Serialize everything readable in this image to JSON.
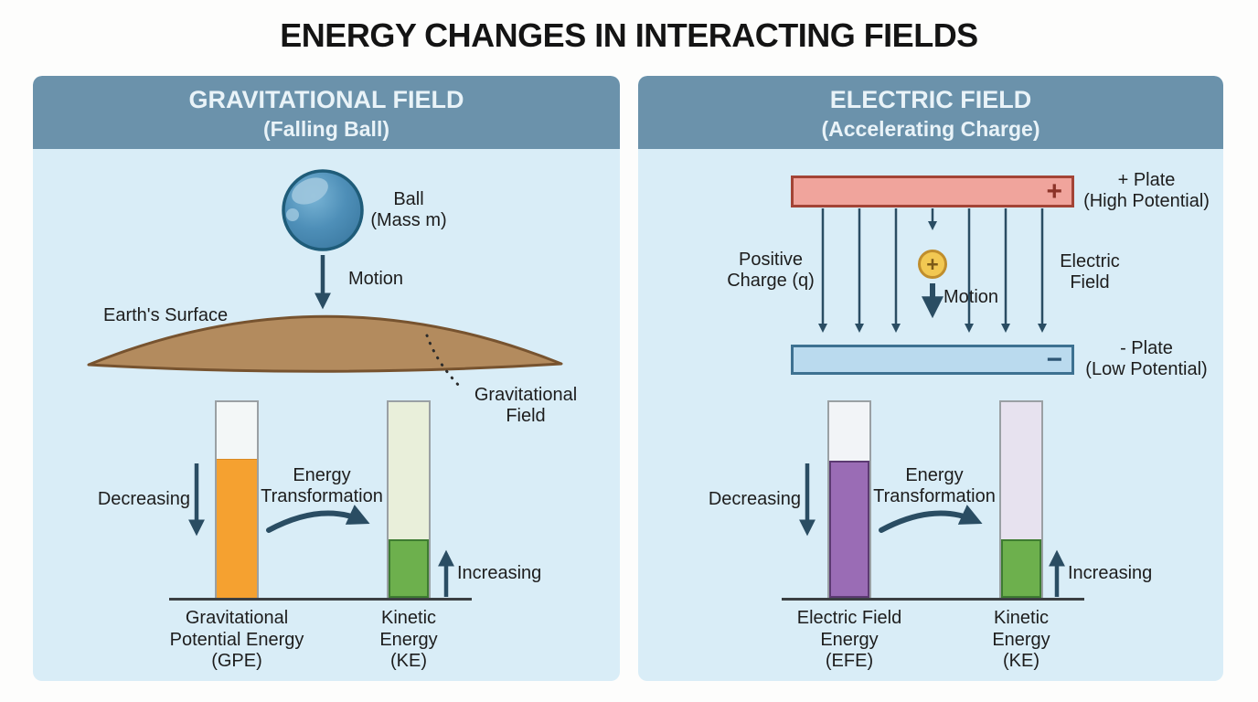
{
  "title": "ENERGY CHANGES IN INTERACTING FIELDS",
  "colors": {
    "panel_bg": "#d9edf7",
    "header_bg": "#6b92ab",
    "header_text": "#e9f3f8",
    "arrow": "#2a4d63",
    "ball_fill": "#4e8fb8",
    "ball_outline": "#1f5c79",
    "earth_fill": "#b38b5e",
    "earth_outline": "#77532f",
    "gpe_fill": "#f5a130",
    "ke_fill": "#6db04d",
    "efe_fill": "#9a6cb5",
    "plus_plate_fill": "#f0a49c",
    "plus_plate_border": "#a34436",
    "minus_plate_fill": "#badaee",
    "minus_plate_border": "#3d7191",
    "charge_fill": "#f2c852",
    "charge_border": "#c08e2d"
  },
  "left": {
    "header1": "GRAVITATIONAL FIELD",
    "header2": "(Falling Ball)",
    "ball1": "Ball",
    "ball2": "(Mass m)",
    "motion": "Motion",
    "surface": "Earth's Surface",
    "field1": "Gravitational",
    "field2": "Field",
    "decreasing": "Decreasing",
    "increasing": "Increasing",
    "transform1": "Energy",
    "transform2": "Transformation",
    "bar1": {
      "l1": "Gravitational",
      "l2": "Potential Energy",
      "l3": "(GPE)",
      "fill_pct": 71
    },
    "bar2": {
      "l1": "Kinetic",
      "l2": "Energy",
      "l3": "(KE)",
      "fill_pct": 30
    }
  },
  "right": {
    "header1": "ELECTRIC FIELD",
    "header2": "(Accelerating Charge)",
    "plus_sign": "+",
    "plus_label1": "+ Plate",
    "plus_label2": "(High Potential)",
    "minus_sign": "−",
    "minus_label1": "- Plate",
    "minus_label2": "(Low Potential)",
    "charge_sign": "+",
    "charge1": "Positive",
    "charge2": "Charge (q)",
    "efield1": "Electric",
    "efield2": "Field",
    "motion": "Motion",
    "decreasing": "Decreasing",
    "increasing": "Increasing",
    "transform1": "Energy",
    "transform2": "Transformation",
    "bar1": {
      "l1": "Electric Field",
      "l2": "Energy",
      "l3": "(EFE)",
      "fill_pct": 70
    },
    "bar2": {
      "l1": "Kinetic",
      "l2": "Energy",
      "l3": "(KE)",
      "fill_pct": 30
    }
  }
}
